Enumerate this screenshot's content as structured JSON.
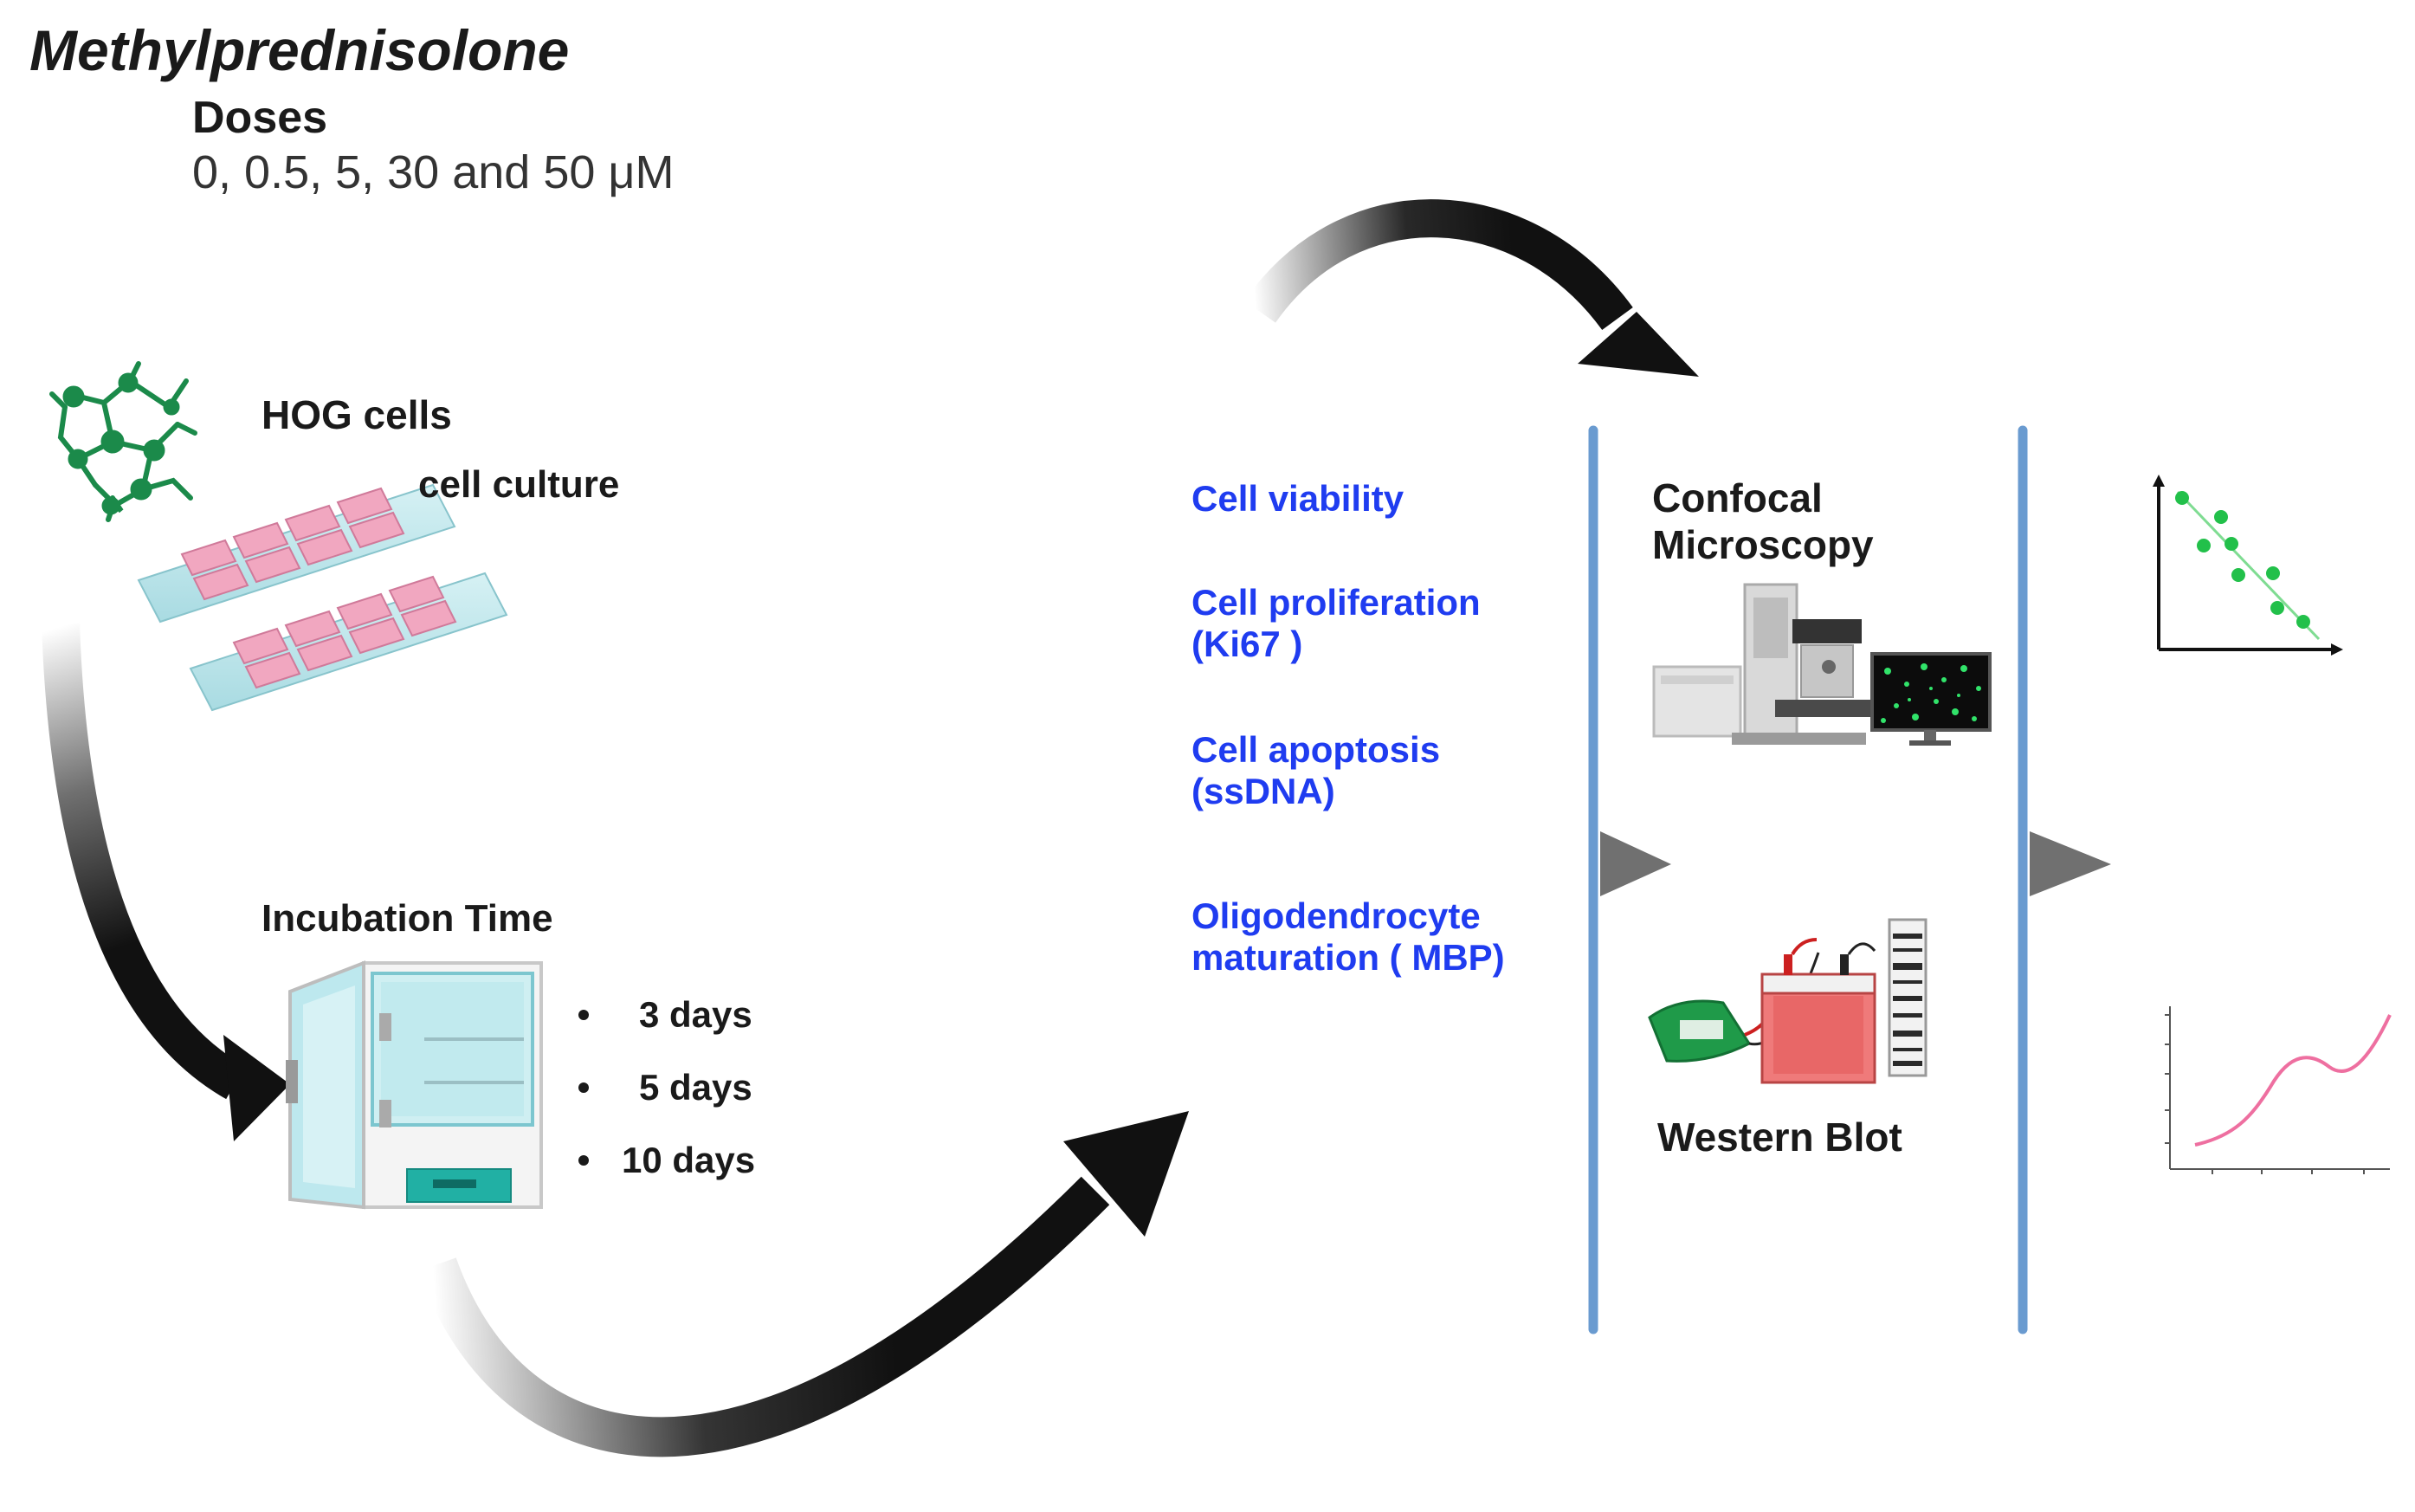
{
  "title": "Methylprednisolone",
  "doses": {
    "heading": "Doses",
    "values": "0, 0.5, 5, 30 and 50 μM"
  },
  "cells": {
    "label": "HOG cells",
    "culture_label": "cell culture"
  },
  "incubation": {
    "label": "Incubation Time",
    "days": [
      "3 days",
      "5 days",
      "10 days"
    ]
  },
  "assays": [
    {
      "line1": "Cell viability",
      "line2": ""
    },
    {
      "line1": "Cell proliferation",
      "line2": "(Ki67 )"
    },
    {
      "line1": "Cell apoptosis",
      "line2": "(ssDNA)"
    },
    {
      "line1": "Oligodendrocyte",
      "line2": "maturation ( MBP)"
    }
  ],
  "methods": {
    "confocal_line1": "Confocal",
    "confocal_line2": "Microscopy",
    "western_blot": "Western Blot"
  },
  "colors": {
    "assay_text": "#1f3cf0",
    "divider": "#6a9bd0",
    "cell_green": "#1b8a4a",
    "slide_pink": "#f1a7c0",
    "scatter_green": "#22c04a",
    "curve_pink": "#ee6fa0"
  }
}
